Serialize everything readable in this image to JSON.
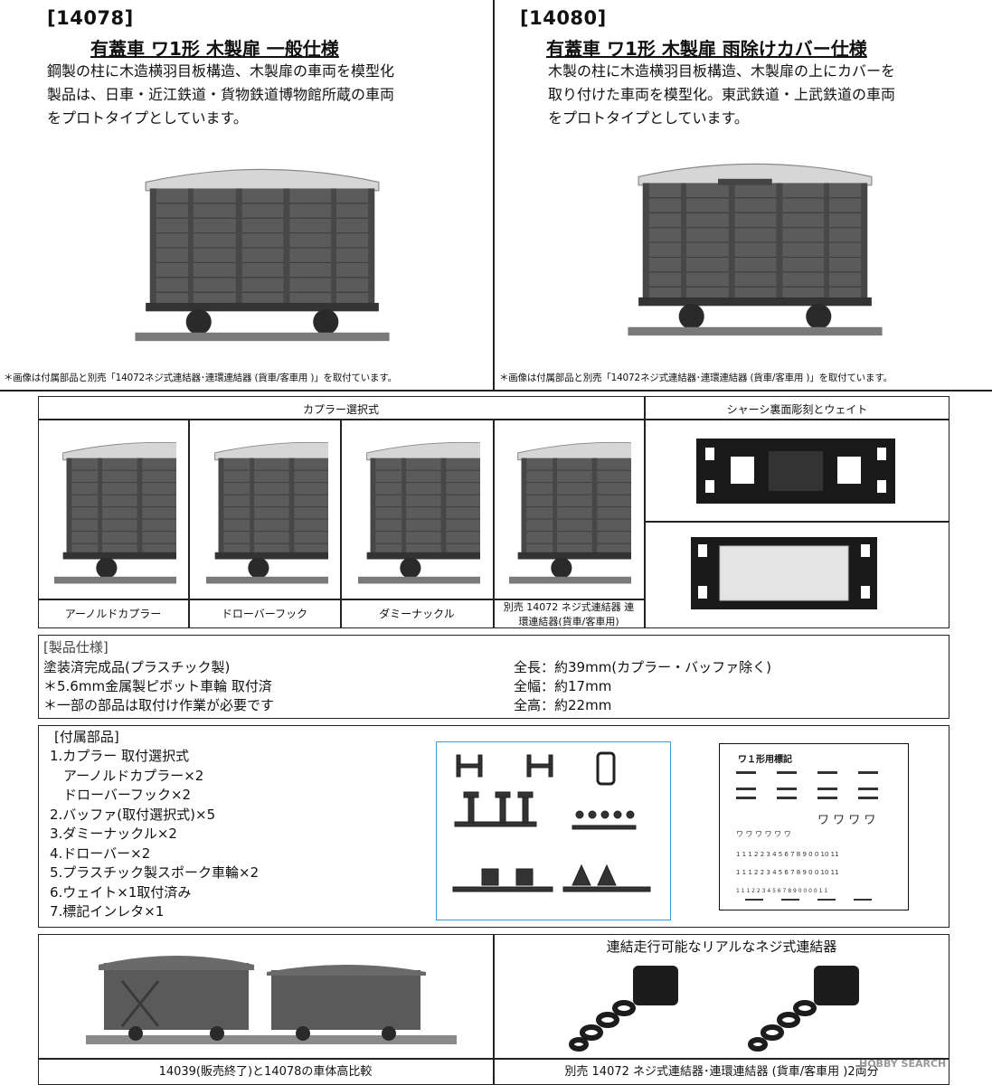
{
  "products": [
    {
      "code": "[14078]",
      "title": "有蓋車 ワ1形 木製扉 一般仕様",
      "description": [
        "鋼製の柱に木造横羽目板構造、木製扉の車両を模型化",
        "製品は、日車・近江鉄道・貨物鉄道博物館所蔵の車両",
        "をプロトタイプとしています。"
      ],
      "note": "＊画像は付属部品と別売「14072ネジ式連結器･連環連結器 (貨車/客車用 )」を取付ています。"
    },
    {
      "code": "[14080]",
      "title": "有蓋車 ワ1形 木製扉 雨除けカバー仕様",
      "description": [
        "木製の柱に木造横羽目板構造、木製扉の上にカバーを",
        "取り付けた車両を模型化。東武鉄道・上武鉄道の車両",
        "をプロトタイプとしています。"
      ],
      "note": "＊画像は付属部品と別売「14072ネジ式連結器･連環連結器 (貨車/客車用 )」を取付ています。"
    }
  ],
  "coupler_section": {
    "header": "カプラー選択式",
    "items": [
      {
        "caption": "アーノルドカプラー"
      },
      {
        "caption": "ドローバーフック"
      },
      {
        "caption": "ダミーナックル"
      },
      {
        "caption_line1": "別売 14072 ネジ式連結器 連",
        "caption_line2": "環連結器(貨車/客車用)"
      }
    ]
  },
  "chassis_section": {
    "header": "シャーシ裏面彫刻とウェイト"
  },
  "specs": {
    "title": "[製品仕様]",
    "left": [
      "塗装済完成品(プラスチック製)",
      "＊5.6mm金属製ピボット車輪 取付済",
      "＊一部の部品は取付け作業が必要です"
    ],
    "right": [
      "全長：約39mm(カプラー・バッファ除く)",
      "全幅：約17mm",
      "全高：約22mm"
    ]
  },
  "parts": {
    "title": "[付属部品]",
    "items": [
      "1.カプラー 取付選択式",
      "　アーノルドカプラー×2",
      "　ドローバーフック×2",
      "2.バッファ(取付選択式)×5",
      "3.ダミーナックル×2",
      "4.ドローバー×2",
      "5.プラスチック製スポーク車輪×2",
      "6.ウェイト×1取付済み",
      "7.標記インレタ×1"
    ],
    "decal_title": "ワ１形用標記"
  },
  "bottom": {
    "left_caption": "14039(販売終了)と14078の車体高比較",
    "right_header": "連結走行可能なリアルなネジ式連結器",
    "right_caption": "別売 14072 ネジ式連結器･連環連結器 (貨車/客車用 )2両分"
  },
  "watermark": "HOBBY SEARCH",
  "colors": {
    "car_body": "#5a5a5a",
    "car_roof": "#d8d8d8",
    "frame_blue": "#3fa0d0"
  }
}
